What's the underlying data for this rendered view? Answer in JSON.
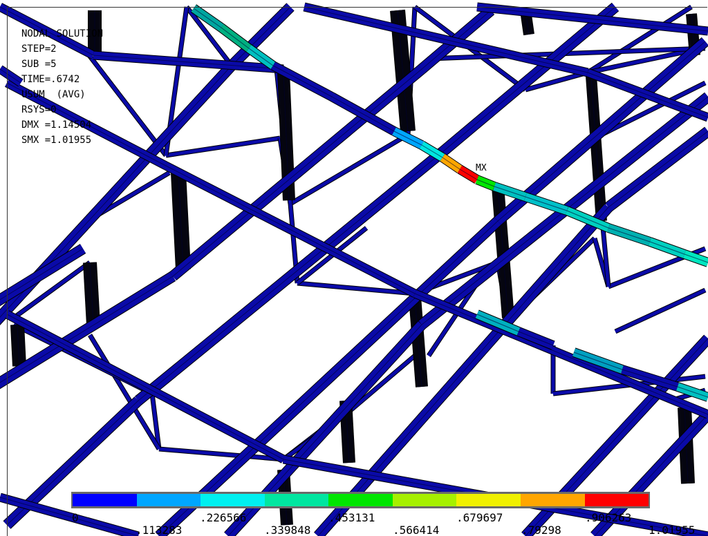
{
  "plot_info": {
    "lines": [
      "NODAL SOLUTION",
      "STEP=2",
      "SUB =5",
      "TIME=.6742",
      "USUM  (AVG)",
      "RSYS=0",
      "DMX =1.14504",
      "SMX =1.01955"
    ]
  },
  "max_marker": {
    "label": "MX"
  },
  "legend": {
    "colors": [
      "#0000ff",
      "#00a6ff",
      "#00f0f0",
      "#00e6a0",
      "#00e600",
      "#a6f000",
      "#f0f000",
      "#ffa600",
      "#ff0000"
    ],
    "tick_labels": [
      "0",
      ".113283",
      ".226566",
      ".339848",
      ".453131",
      ".566414",
      ".679697",
      ".79298",
      ".906263",
      "1.01955"
    ]
  },
  "colors": {
    "member": "#0a0aa8",
    "member_edge": "#000000",
    "column": "#050510"
  }
}
